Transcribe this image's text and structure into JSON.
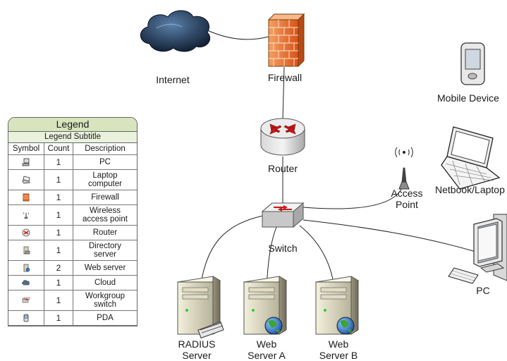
{
  "nodes": {
    "internet": {
      "label": "Internet"
    },
    "firewall": {
      "label": "Firewall"
    },
    "router": {
      "label": "Router"
    },
    "switch": {
      "label": "Switch"
    },
    "access_point": {
      "label_line1": "Access",
      "label_line2": "Point"
    },
    "mobile": {
      "label": "Mobile Device"
    },
    "netbook": {
      "label": "Netbook/Laptop"
    },
    "pc": {
      "label": "PC"
    },
    "radius": {
      "label_line1": "RADIUS",
      "label_line2": "Server"
    },
    "web_a": {
      "label_line1": "Web",
      "label_line2": "Server A"
    },
    "web_b": {
      "label_line1": "Web",
      "label_line2": "Server B"
    }
  },
  "legend": {
    "title": "Legend",
    "subtitle": "Legend Subtitle",
    "headers": {
      "symbol": "Symbol",
      "count": "Count",
      "description": "Description"
    },
    "rows": [
      {
        "icon": "pc-icon",
        "count": "1",
        "desc1": "PC",
        "desc2": ""
      },
      {
        "icon": "laptop-icon",
        "count": "1",
        "desc1": "Laptop",
        "desc2": "computer"
      },
      {
        "icon": "firewall-icon",
        "count": "1",
        "desc1": "Firewall",
        "desc2": ""
      },
      {
        "icon": "wireless-ap-icon",
        "count": "1",
        "desc1": "Wireless",
        "desc2": "access point"
      },
      {
        "icon": "router-icon",
        "count": "1",
        "desc1": "Router",
        "desc2": ""
      },
      {
        "icon": "directory-server-icon",
        "count": "1",
        "desc1": "Directory",
        "desc2": "server"
      },
      {
        "icon": "web-server-icon",
        "count": "2",
        "desc1": "Web server",
        "desc2": ""
      },
      {
        "icon": "cloud-icon",
        "count": "1",
        "desc1": "Cloud",
        "desc2": ""
      },
      {
        "icon": "switch-icon",
        "count": "1",
        "desc1": "Workgroup",
        "desc2": "switch"
      },
      {
        "icon": "pda-icon",
        "count": "1",
        "desc1": "PDA",
        "desc2": ""
      }
    ]
  },
  "colors": {
    "legend_header": "#d7e4bd",
    "legend_subheader": "#eaf1dd",
    "firewall": "#e8742a",
    "cloud": "#1f3550",
    "globe": "#3a7bd5"
  }
}
